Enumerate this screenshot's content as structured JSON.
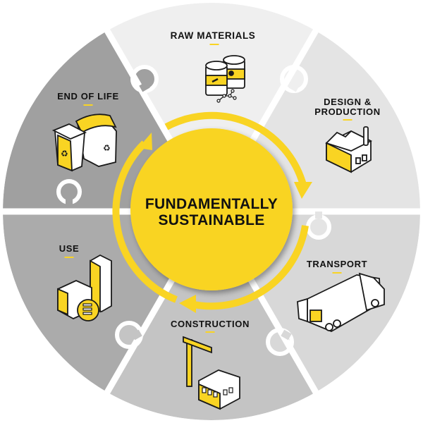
{
  "colors": {
    "accent_yellow": "#f9d423",
    "outline": "#1a1a1a",
    "divider": "#ffffff",
    "background": "#ffffff"
  },
  "center": {
    "line1": "FUNDAMENTALLY",
    "line2": "SUSTAINABLE",
    "color": "#f9d423"
  },
  "cycle_arrows": [
    "arrow-top-right-clockwise",
    "arrow-bottom-left-clockwise",
    "arrow-upper-left"
  ],
  "segments": [
    {
      "id": "raw-materials",
      "label": "RAW MATERIALS",
      "icon": "barrels-icon",
      "color": "#efefef"
    },
    {
      "id": "design-production",
      "label_line1": "DESIGN &",
      "label_line2": "PRODUCTION",
      "icon": "factory-icon",
      "color": "#e4e4e4"
    },
    {
      "id": "transport",
      "label": "TRANSPORT",
      "icon": "truck-icon",
      "color": "#d8d8d8"
    },
    {
      "id": "construction",
      "label": "CONSTRUCTION",
      "icon": "crane-building-icon",
      "color": "#c4c4c4"
    },
    {
      "id": "use",
      "label": "USE",
      "icon": "buildings-coins-icon",
      "color": "#ababab"
    },
    {
      "id": "end-of-life",
      "label": "END OF LIFE",
      "icon": "recycling-bins-icon",
      "color": "#a0a0a0"
    }
  ]
}
